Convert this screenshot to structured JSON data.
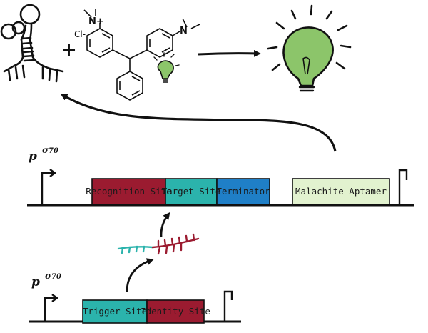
{
  "chem": {
    "n_plus": "N+",
    "cl_minus": "Cl-",
    "plus_sign": "+"
  },
  "promoters": [
    {
      "p": "p",
      "sigma": "σ",
      "num": "70"
    },
    {
      "p": "p",
      "sigma": "σ",
      "num": "70"
    }
  ],
  "parts": {
    "recognition": "Recognition Site",
    "target": "Target Site",
    "terminator": "Terminator",
    "aptamer": "Malachite Aptamer",
    "trigger": "Trigger Site",
    "identity": "Identity Site"
  },
  "colors": {
    "recognition": "#9b1b30",
    "target": "#2bb3ac",
    "terminator": "#1f7fc7",
    "aptamer": "#e2f2cf",
    "trigger": "#2bb3ac",
    "identity": "#9b1b30",
    "bulb": "#8cc56a"
  }
}
